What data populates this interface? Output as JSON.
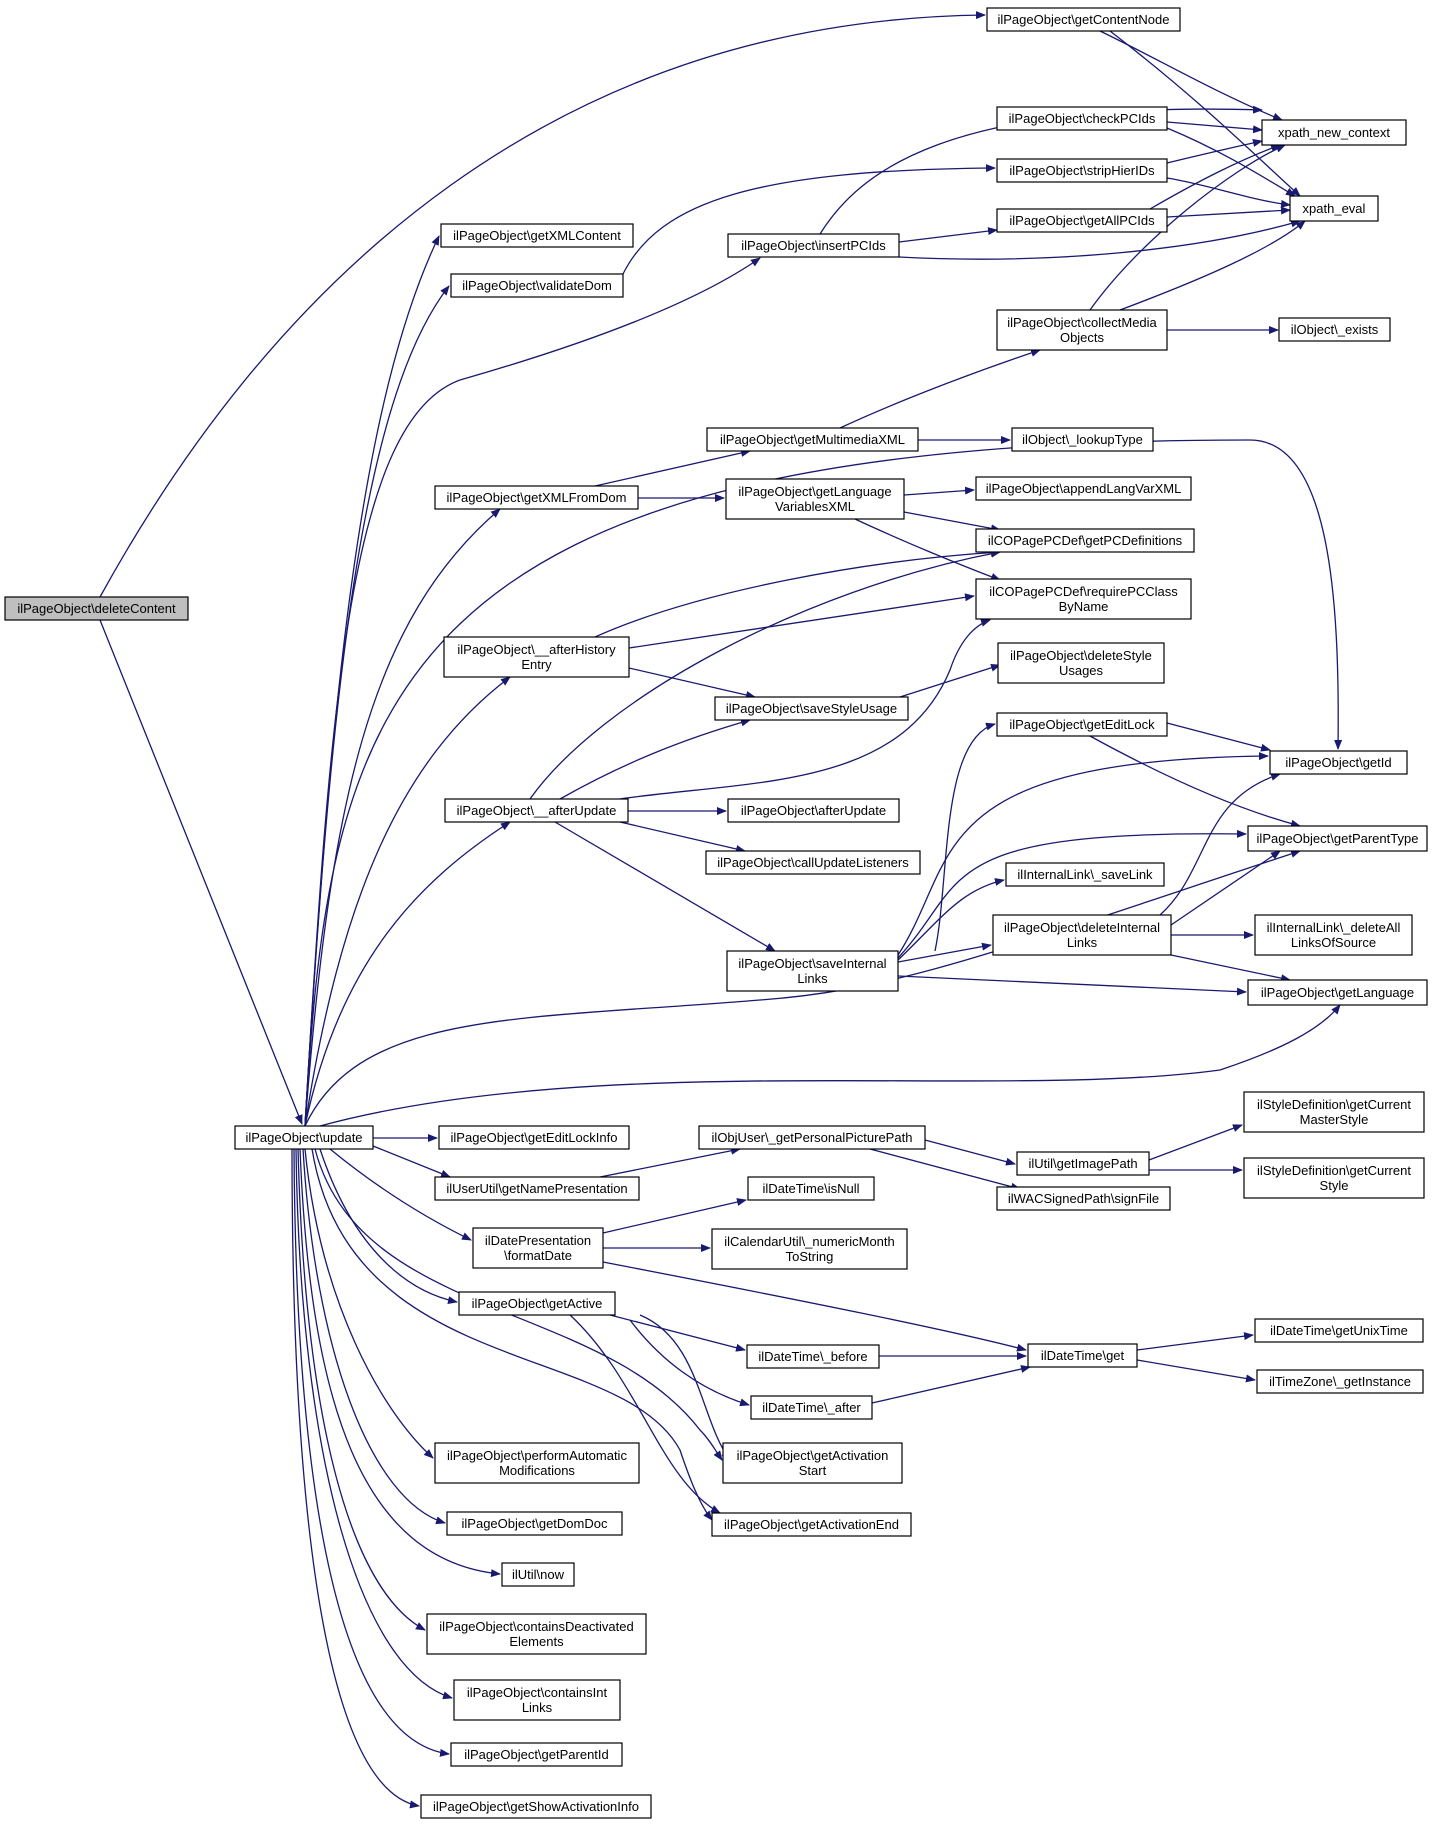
{
  "graph": {
    "nodes": {
      "deleteContent": [
        "ilPageObject\\deleteContent"
      ],
      "update": [
        "ilPageObject\\update"
      ],
      "getContentNode": [
        "ilPageObject\\getContentNode"
      ],
      "checkPCIds": [
        "ilPageObject\\checkPCIds"
      ],
      "stripHierIDs": [
        "ilPageObject\\stripHierIDs"
      ],
      "getAllPCIds": [
        "ilPageObject\\getAllPCIds"
      ],
      "xpath_new_context": [
        "xpath_new_context"
      ],
      "xpath_eval": [
        "xpath_eval"
      ],
      "getXMLContent": [
        "ilPageObject\\getXMLContent"
      ],
      "validateDom": [
        "ilPageObject\\validateDom"
      ],
      "insertPCIds": [
        "ilPageObject\\insertPCIds"
      ],
      "collectMediaObjects": [
        "ilPageObject\\collectMedia",
        "Objects"
      ],
      "objExists": [
        "ilObject\\_exists"
      ],
      "getMultimediaXML": [
        "ilPageObject\\getMultimediaXML"
      ],
      "lookupType": [
        "ilObject\\_lookupType"
      ],
      "getXMLFromDom": [
        "ilPageObject\\getXMLFromDom"
      ],
      "getLanguageVariablesXML": [
        "ilPageObject\\getLanguage",
        "VariablesXML"
      ],
      "appendLangVarXML": [
        "ilPageObject\\appendLangVarXML"
      ],
      "getPCDefinitions": [
        "ilCOPagePCDef\\getPCDefinitions"
      ],
      "requirePCClassByName": [
        "ilCOPagePCDef\\requirePCClass",
        "ByName"
      ],
      "afterHistoryEntry": [
        "ilPageObject\\__afterHistory",
        "Entry"
      ],
      "deleteStyleUsages": [
        "ilPageObject\\deleteStyle",
        "Usages"
      ],
      "saveStyleUsage": [
        "ilPageObject\\saveStyleUsage"
      ],
      "getEditLock": [
        "ilPageObject\\getEditLock"
      ],
      "getId": [
        "ilPageObject\\getId"
      ],
      "afterUpdatePriv": [
        "ilPageObject\\__afterUpdate"
      ],
      "afterUpdate": [
        "ilPageObject\\afterUpdate"
      ],
      "callUpdateListeners": [
        "ilPageObject\\callUpdateListeners"
      ],
      "getParentType": [
        "ilPageObject\\getParentType"
      ],
      "saveLink": [
        "ilInternalLink\\_saveLink"
      ],
      "deleteInternalLinks": [
        "ilPageObject\\deleteInternal",
        "Links"
      ],
      "deleteAllLinksOfSource": [
        "ilInternalLink\\_deleteAll",
        "LinksOfSource"
      ],
      "saveInternalLinks": [
        "ilPageObject\\saveInternal",
        "Links"
      ],
      "getLanguage": [
        "ilPageObject\\getLanguage"
      ],
      "getEditLockInfo": [
        "ilPageObject\\getEditLockInfo"
      ],
      "getPersonalPicturePath": [
        "ilObjUser\\_getPersonalPicturePath"
      ],
      "getImagePath": [
        "ilUtil\\getImagePath"
      ],
      "getCurrentMasterStyle": [
        "ilStyleDefinition\\getCurrent",
        "MasterStyle"
      ],
      "getCurrentStyle": [
        "ilStyleDefinition\\getCurrent",
        "Style"
      ],
      "getNamePresentation": [
        "ilUserUtil\\getNamePresentation"
      ],
      "signFile": [
        "ilWACSignedPath\\signFile"
      ],
      "isNull": [
        "ilDateTime\\isNull"
      ],
      "formatDate": [
        "ilDatePresentation",
        "\\formatDate"
      ],
      "numericMonthToString": [
        "ilCalendarUtil\\_numericMonth",
        "ToString"
      ],
      "getActive": [
        "ilPageObject\\getActive"
      ],
      "before": [
        "ilDateTime\\_before"
      ],
      "dtGet": [
        "ilDateTime\\get"
      ],
      "getUnixTime": [
        "ilDateTime\\getUnixTime"
      ],
      "getInstance": [
        "ilTimeZone\\_getInstance"
      ],
      "after": [
        "ilDateTime\\_after"
      ],
      "getActivationStart": [
        "ilPageObject\\getActivation",
        "Start"
      ],
      "performAutomaticModifications": [
        "ilPageObject\\performAutomatic",
        "Modifications"
      ],
      "getActivationEnd": [
        "ilPageObject\\getActivationEnd"
      ],
      "getDomDoc": [
        "ilPageObject\\getDomDoc"
      ],
      "now": [
        "ilUtil\\now"
      ],
      "containsDeactivatedElements": [
        "ilPageObject\\containsDeactivated",
        "Elements"
      ],
      "containsIntLinks": [
        "ilPageObject\\containsInt",
        "Links"
      ],
      "getParentId": [
        "ilPageObject\\getParentId"
      ],
      "getShowActivationInfo": [
        "ilPageObject\\getShowActivationInfo"
      ]
    }
  },
  "colors": {
    "edge": "#191970",
    "root_fill": "#bfbfbf",
    "node_fill": "#ffffff",
    "border": "#000000"
  },
  "icons": {
    "arrowhead": "filled-triangle"
  }
}
